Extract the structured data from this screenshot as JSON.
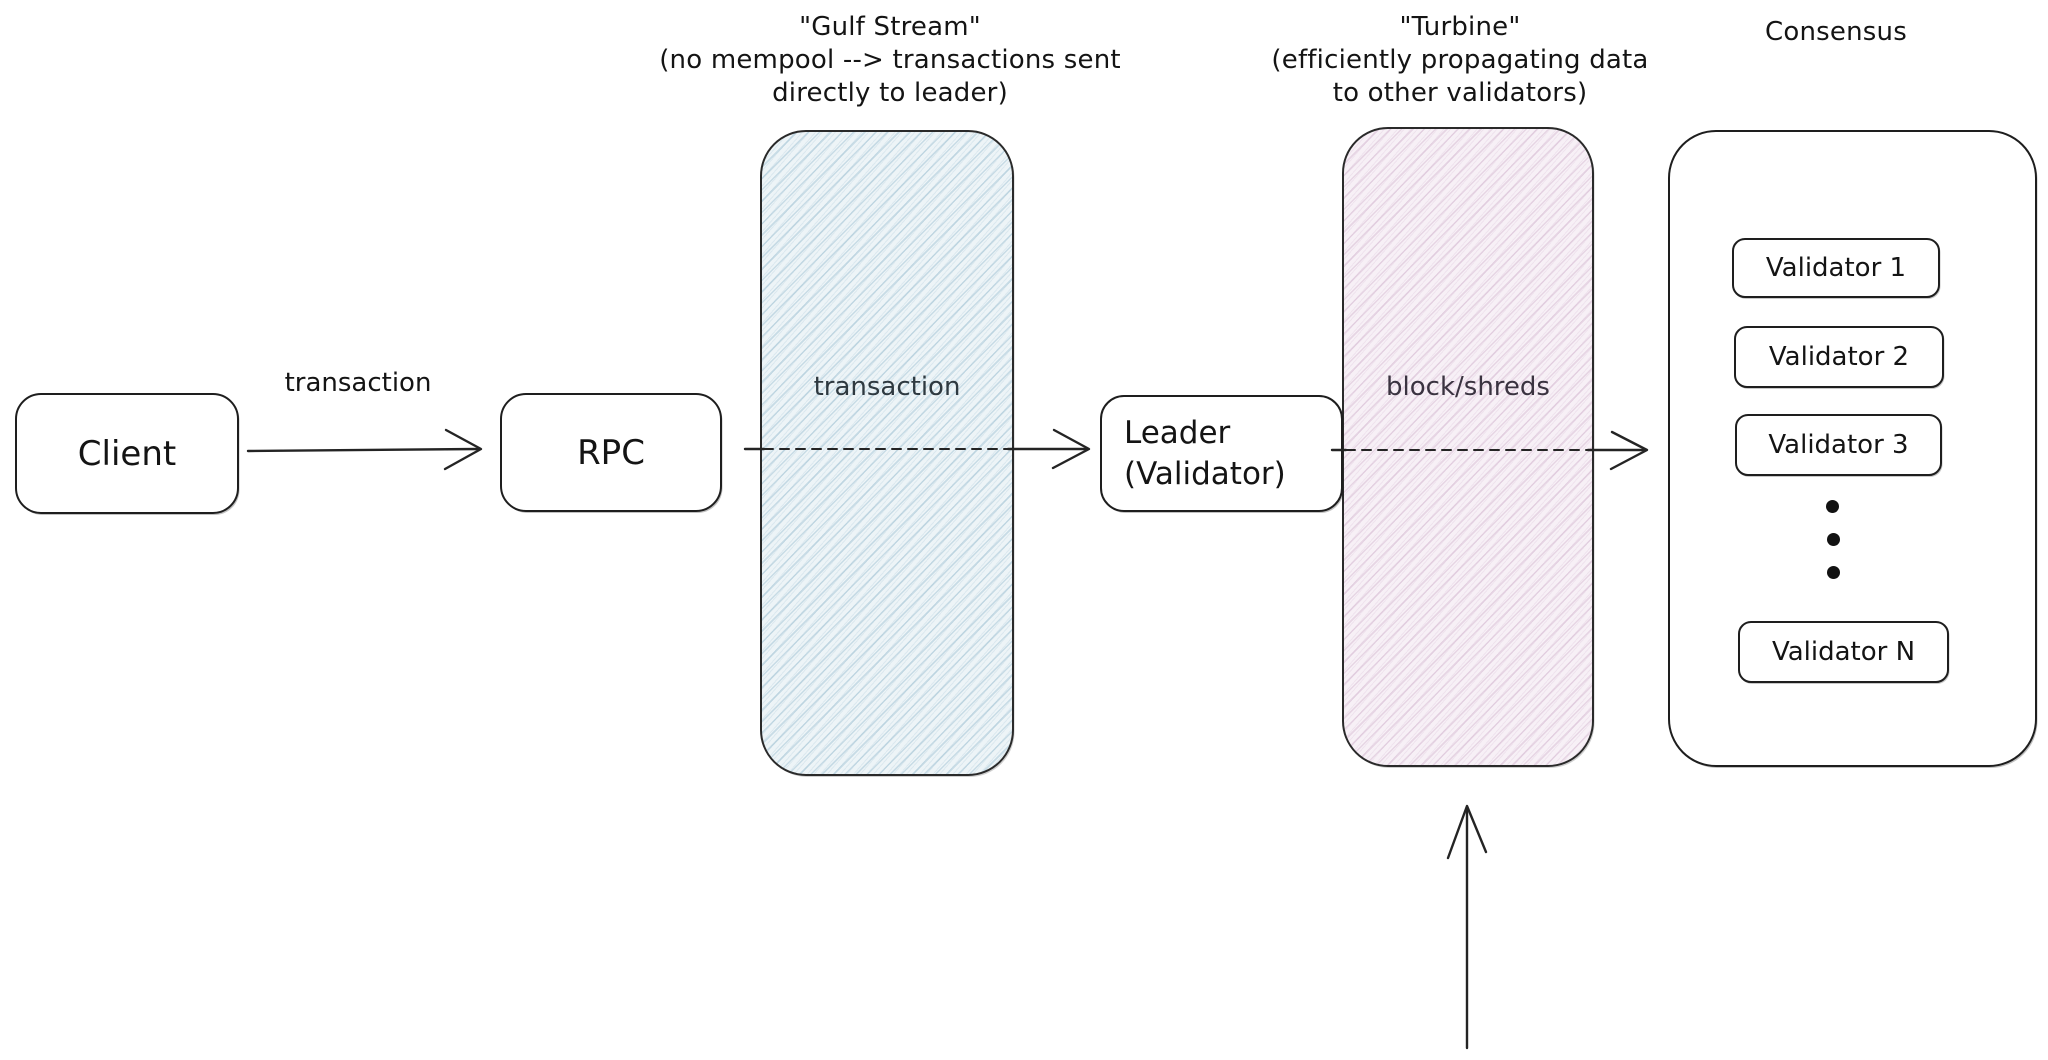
{
  "captions": {
    "gulf_stream": {
      "line1": "\"Gulf Stream\"",
      "line2": "(no mempool --> transactions sent",
      "line3": "directly to leader)"
    },
    "turbine": {
      "line1": "\"Turbine\"",
      "line2": "(efficiently propagating data",
      "line3": "to other validators)"
    },
    "consensus": "Consensus"
  },
  "nodes": {
    "client": "Client",
    "rpc": "RPC",
    "leader_line1": "Leader",
    "leader_line2": "(Validator)"
  },
  "labels": {
    "client_to_rpc_arrow": "transaction",
    "gulf_stream_inner": "transaction",
    "turbine_inner": "block/shreds"
  },
  "consensus_panel": {
    "validators": [
      "Validator 1",
      "Validator 2",
      "Validator 3",
      "Validator N"
    ]
  },
  "colors": {
    "stroke": "#1e1e1e",
    "gulf_stream_fill": "#edf4f7",
    "gulf_stream_hatch": "#80acc4",
    "turbine_fill": "#f7f0f6",
    "turbine_hatch": "#c199bc",
    "background": "#ffffff"
  }
}
